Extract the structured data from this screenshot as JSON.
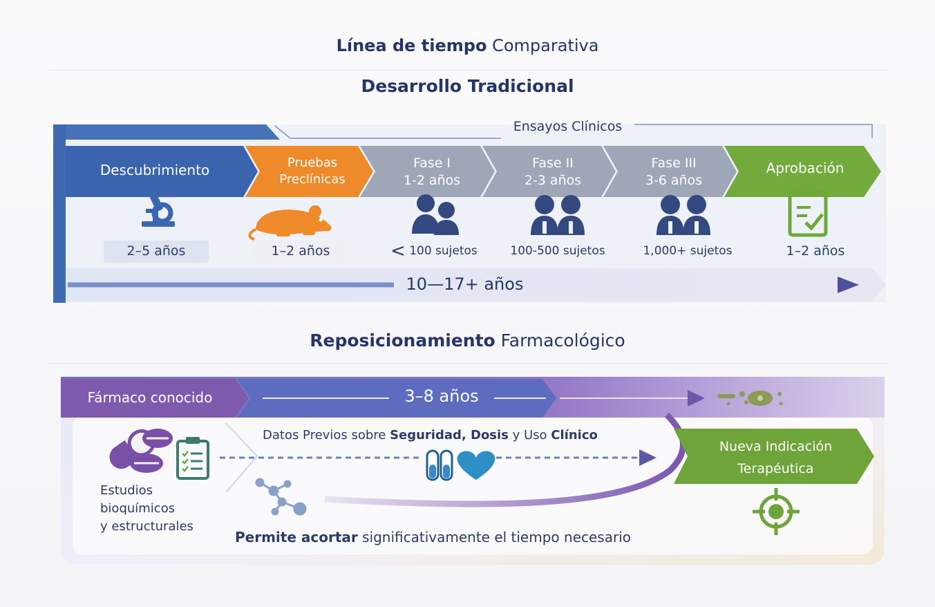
{
  "header": {
    "title_bold": "Línea de tiempo",
    "title_rest": "Comparativa"
  },
  "traditional": {
    "title": "Desarrollo Tradicional",
    "trials_label": "Ensayos Clínicos",
    "stages": [
      {
        "label": "Descubrimiento",
        "duration": "2–5 años",
        "icon": "microscope-icon",
        "color": "#3a64ad"
      },
      {
        "label_line1": "Pruebas",
        "label_line2": "Preclínicas",
        "duration": "1–2 años",
        "icon": "mouse-icon",
        "color": "#ee8a2a"
      },
      {
        "label_line1": "Fase I",
        "label_line2": "1-2 años",
        "subjects_prefix": "<",
        "subjects": "100 sujetos",
        "icon": "people-icon",
        "color": "#9aa2b4"
      },
      {
        "label_line1": "Fase II",
        "label_line2": "2-3 años",
        "subjects": "100-500 sujetos",
        "icon": "people-icon",
        "color": "#9aa2b4"
      },
      {
        "label_line1": "Fase III",
        "label_line2": "3-6 años",
        "subjects": "1,000+ sujetos",
        "icon": "people-icon",
        "color": "#9aa2b4"
      },
      {
        "label": "Aprobación",
        "duration": "1–2 años",
        "icon": "clipboard-check-icon",
        "color": "#72ab3c"
      }
    ],
    "total": "10—17+ años"
  },
  "repositioning": {
    "title_bold": "Reposicionamiento",
    "title_rest": "Farmacológico",
    "known_drug": "Fármaco conocido",
    "duration": "3–8 años",
    "studies_line1": "Estudios",
    "studies_line2": "bioquímicos",
    "studies_line3": "y estructurales",
    "prior_data_plain1": "Datos Previos sobre ",
    "prior_data_bold1": "Seguridad, Dosis",
    "prior_data_plain2": " y Uso ",
    "prior_data_bold2": "Clínico",
    "new_indication_line1": "Nueva Indicación",
    "new_indication_line2": "Terapéutica",
    "conclusion_bold": "Permite acortar",
    "conclusion_rest": " significativamente el tiempo necesario"
  },
  "colors": {
    "navy": "#263569",
    "blue": "#3a64ad",
    "orange": "#ee8a2a",
    "gray": "#9aa2b4",
    "green": "#72ab3c",
    "purple": "#7e59ad"
  }
}
